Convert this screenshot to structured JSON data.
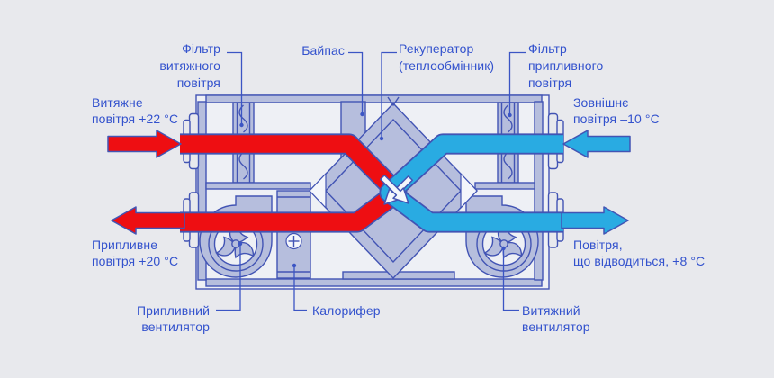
{
  "diagram": {
    "type": "heat-recovery-ventilation-unit-schematic",
    "language": "uk"
  },
  "labels": {
    "filter_exhaust": "Фільтр\nвитяжного\nповітря",
    "bypass": "Байпас",
    "recuperator": "Рекуператор\n(теплообмінник)",
    "filter_supply": "Фільтр\nприпливного\nповітря",
    "exhaust_air_in": "Витяжне\nповітря +22 °C",
    "supply_air_out": "Припливне\nповітря +20 °C",
    "outside_air_in": "Зовнішнє\nповітря –10 °C",
    "removed_air_out": "Повітря,\nщо відводиться, +8 °C",
    "supply_fan": "Припливний\nвентилятор",
    "heater": "Калорифер",
    "exhaust_fan": "Витяжний\nвентилятор"
  },
  "temperatures": {
    "exhaust_indoor_air": "+22 °C",
    "supply_air_after_unit": "+20 °C",
    "outdoor_air": "–10 °C",
    "removed_air": "+8 °C"
  },
  "colors": {
    "background": "#e8e9ed",
    "interior": "#eef0f5",
    "panel_fill": "#b6bedd",
    "outline": "#4254b4",
    "label": "#3352cd",
    "leader": "#3b55c4",
    "warm_air": "#ee0e12",
    "cold_air": "#29abe2",
    "white_part": "#f4f6fb"
  }
}
